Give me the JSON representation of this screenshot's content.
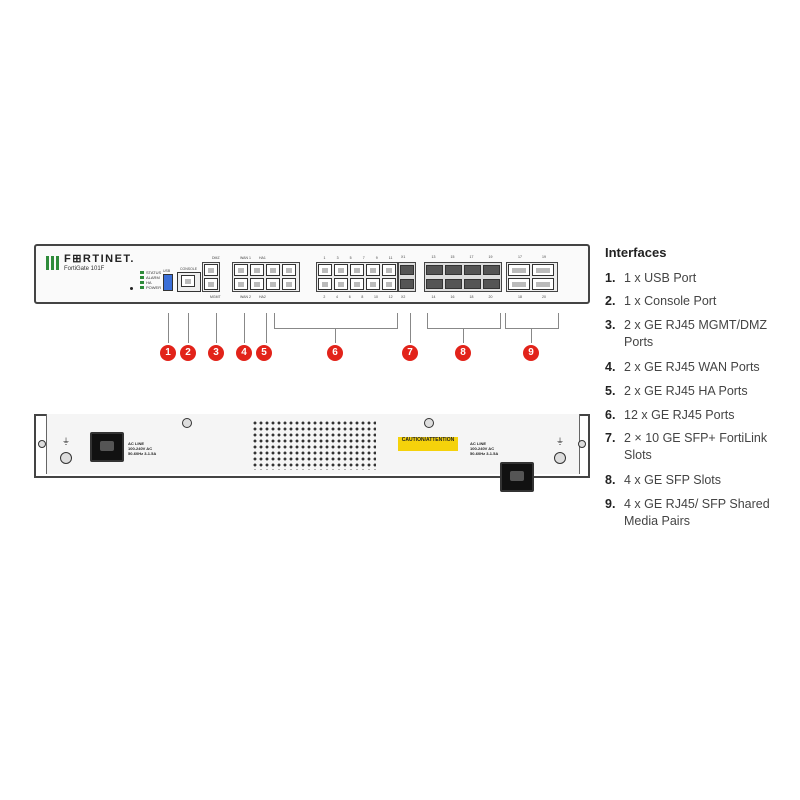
{
  "front": {
    "brand": "F⊞RTINET.",
    "model": "FortiGate 101F",
    "leds": [
      "STATUS",
      "ALARM",
      "HA",
      "POWER"
    ],
    "usb_label": "USB",
    "console_label": "CONSOLE",
    "mgmt_label": "DMZ",
    "mgmt_bottom": "MGMT",
    "wan_label": "WAN 1",
    "wan_bottom": "WAN 2",
    "ha_label": "HA1",
    "ha_bottom": "HA2",
    "rj_top": [
      "1",
      "3",
      "5",
      "7",
      "9",
      "11"
    ],
    "rj_bottom": [
      "2",
      "4",
      "6",
      "8",
      "10",
      "12"
    ],
    "sfp10_top": "X1",
    "sfp10_bottom": "X2",
    "sfp_top": [
      "13",
      "15",
      "17",
      "19"
    ],
    "sfp_bottom": [
      "14",
      "16",
      "18",
      "20"
    ],
    "shared_top": [
      "17",
      "19"
    ],
    "shared_bottom": [
      "18",
      "20"
    ]
  },
  "callouts": [
    "1",
    "2",
    "3",
    "4",
    "5",
    "6",
    "7",
    "8",
    "9"
  ],
  "back": {
    "acline_left": [
      "AC LINE",
      "100-240V AC",
      "50-60Hz 3-1.5A"
    ],
    "acline_right": [
      "AC LINE",
      "100-240V AC",
      "50-60Hz 3-1.5A"
    ],
    "caution": "CAUTION/ATTENTION"
  },
  "legend": {
    "title": "Interfaces",
    "items": [
      {
        "num": "1.",
        "text": "1 x USB Port"
      },
      {
        "num": "2.",
        "text": "1 x Console Port"
      },
      {
        "num": "3.",
        "text": "2 x GE RJ45 MGMT/DMZ Ports"
      },
      {
        "num": "4.",
        "text": "2 x GE RJ45 WAN Ports"
      },
      {
        "num": "5.",
        "text": "2 x GE RJ45 HA Ports"
      },
      {
        "num": "6.",
        "text": "12 x GE RJ45 Ports"
      },
      {
        "num": "7.",
        "text": "2 × 10 GE SFP+ FortiLink Slots"
      },
      {
        "num": "8.",
        "text": "4 x GE SFP Slots"
      },
      {
        "num": "9.",
        "text": "4 x GE RJ45/ SFP Shared Media Pairs"
      }
    ]
  },
  "colors": {
    "accent": "#e2231a",
    "logo": "#2e8b3a"
  }
}
